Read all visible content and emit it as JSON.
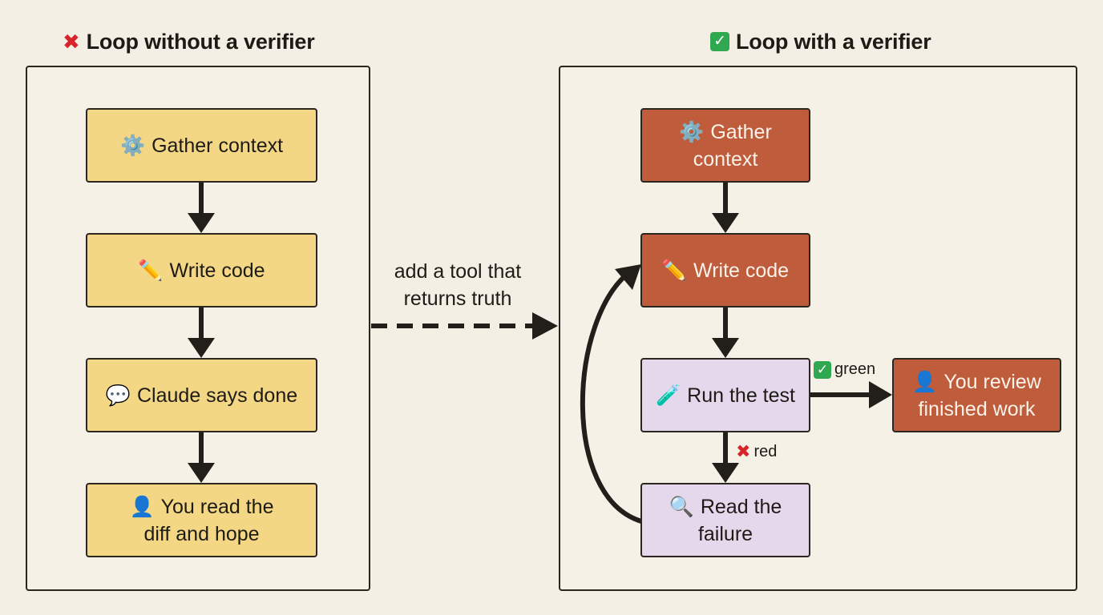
{
  "left": {
    "title": "Loop without a verifier",
    "title_icon": "cross-icon",
    "boxes": [
      {
        "icon": "gear-icon",
        "glyph": "⚙️",
        "text": "Gather context"
      },
      {
        "icon": "pencil-icon",
        "glyph": "✏️",
        "text": "Write code"
      },
      {
        "icon": "speech-bubble-icon",
        "glyph": "💬",
        "text": "Claude says done"
      },
      {
        "icon": "person-icon",
        "glyph": "👤",
        "text": "You read the diff and hope"
      }
    ]
  },
  "middle": {
    "label": "add a tool that returns truth"
  },
  "right": {
    "title": "Loop with a verifier",
    "title_icon": "check-icon",
    "boxes": {
      "gather": {
        "icon": "gear-icon",
        "glyph": "⚙️",
        "text": "Gather context"
      },
      "write": {
        "icon": "pencil-icon",
        "glyph": "✏️",
        "text": "Write code"
      },
      "run": {
        "icon": "test-tube-icon",
        "glyph": "🧪",
        "text": "Run the test"
      },
      "read": {
        "icon": "magnifier-icon",
        "glyph": "🔍",
        "text": "Read the failure"
      },
      "review": {
        "icon": "person-icon",
        "glyph": "👤",
        "text": "You review finished work"
      }
    },
    "green_label": "green",
    "red_label": "red"
  },
  "colors": {
    "yellow": "#f3d784",
    "rust": "#bf5c3c",
    "lavender": "#e5d7ec",
    "background": "#f3efe4"
  }
}
